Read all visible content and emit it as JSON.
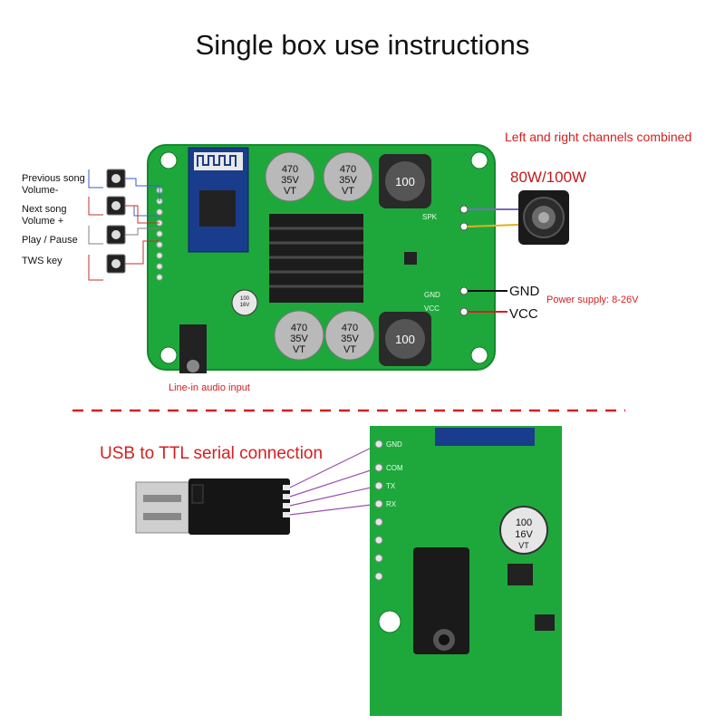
{
  "title": "Single box use instructions",
  "buttons": [
    {
      "label_1": "Previous song",
      "label_2": "Volume-"
    },
    {
      "label_1": "Next song",
      "label_2": "Volume +"
    },
    {
      "label_1": "Play / Pause",
      "label_2": ""
    },
    {
      "label_1": "TWS key",
      "label_2": ""
    }
  ],
  "speaker": {
    "note": "Left and right channels combined",
    "rating": "80W/100W"
  },
  "power": {
    "gnd": "GND",
    "vcc": "VCC",
    "supply": "Power supply: 8-26V"
  },
  "audio_input": "Line-in audio input",
  "serial": {
    "title": "USB to TTL serial connection",
    "pins": [
      "GND",
      "COM",
      "TX",
      "RX"
    ]
  },
  "board": {
    "caps": [
      "470\n35V\nVT",
      "470\n35V\nVT",
      "470\n35V\nVT",
      "470\n35V\nVT"
    ],
    "inductor": "100",
    "small_cap": "100\n16V\nVT",
    "spk": "SPK",
    "gnd_silk": "GND",
    "vcc_silk": "VCC"
  },
  "colors": {
    "pcb": "#1ea83c",
    "accent_red": "#d42020",
    "divider": "#d42020"
  }
}
